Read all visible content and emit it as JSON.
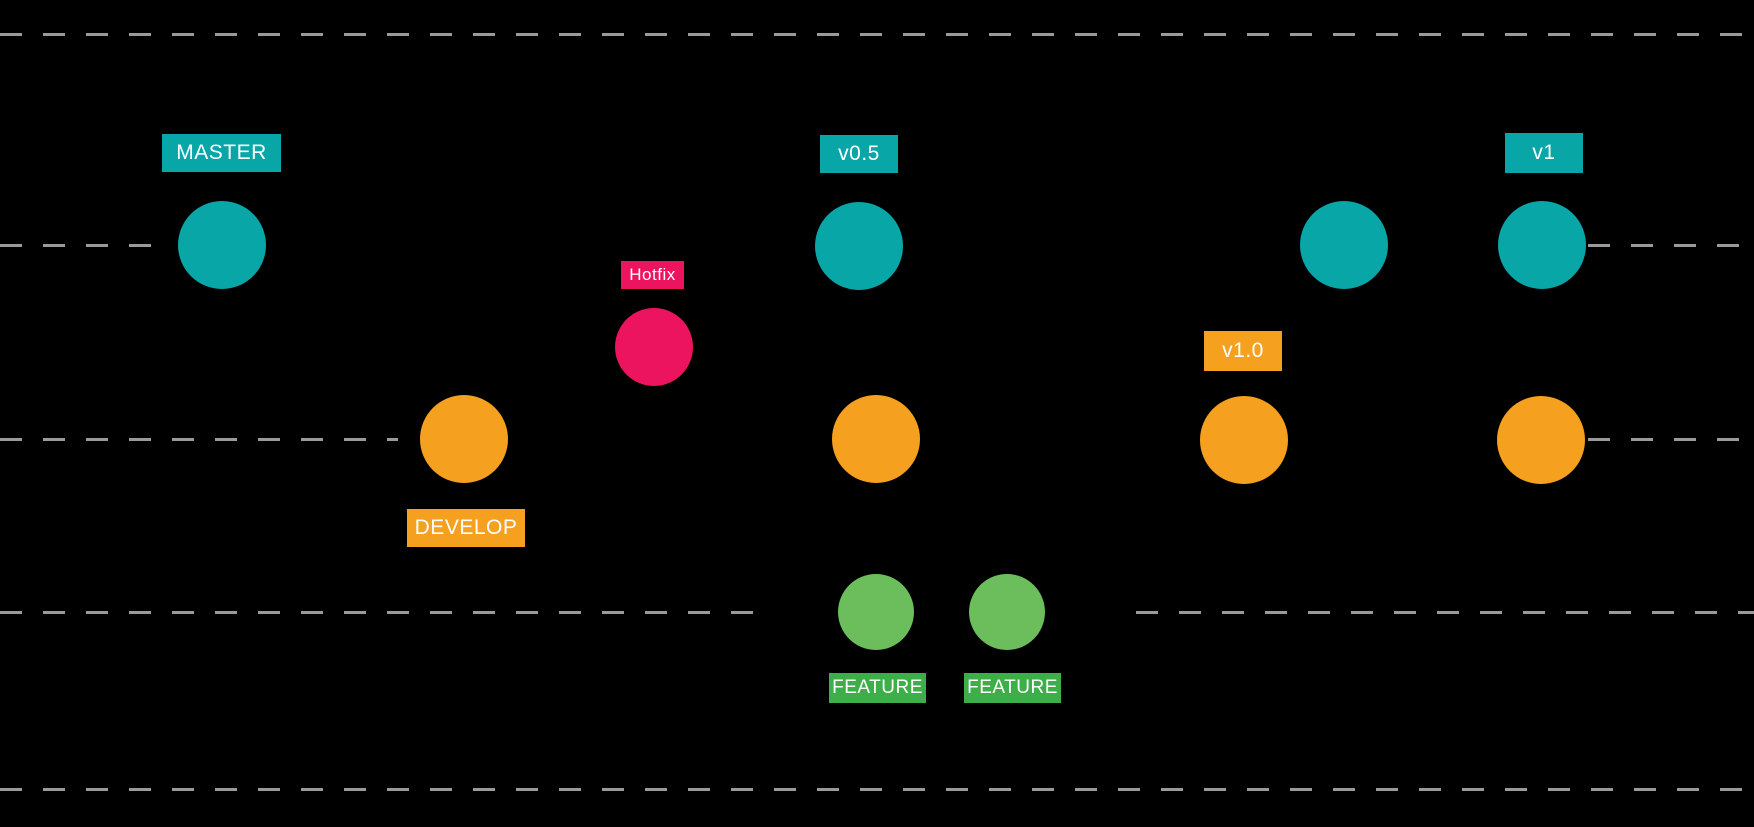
{
  "diagram": {
    "kind": "gitflow-branch-diagram"
  },
  "colors": {
    "background": "#000000",
    "master_teal": "#09a6a8",
    "develop_orange": "#f5a01e",
    "hotfix_pink": "#ec145f",
    "feature_node_green": "#6cbe5c",
    "feature_tag_green": "#3eae49",
    "lane_line_gray": "#9a9a9a",
    "tag_text": "#ffffff"
  },
  "branches": {
    "master": {
      "tag": "MASTER",
      "releases": {
        "v0_5": "v0.5",
        "v1": "v1"
      }
    },
    "develop": {
      "tag": "DEVELOP",
      "releases": {
        "v1_0": "v1.0"
      }
    },
    "hotfix": {
      "tag": "Hotfix"
    },
    "feature": {
      "tag_1": "FEATURE",
      "tag_2": "FEATURE"
    }
  }
}
